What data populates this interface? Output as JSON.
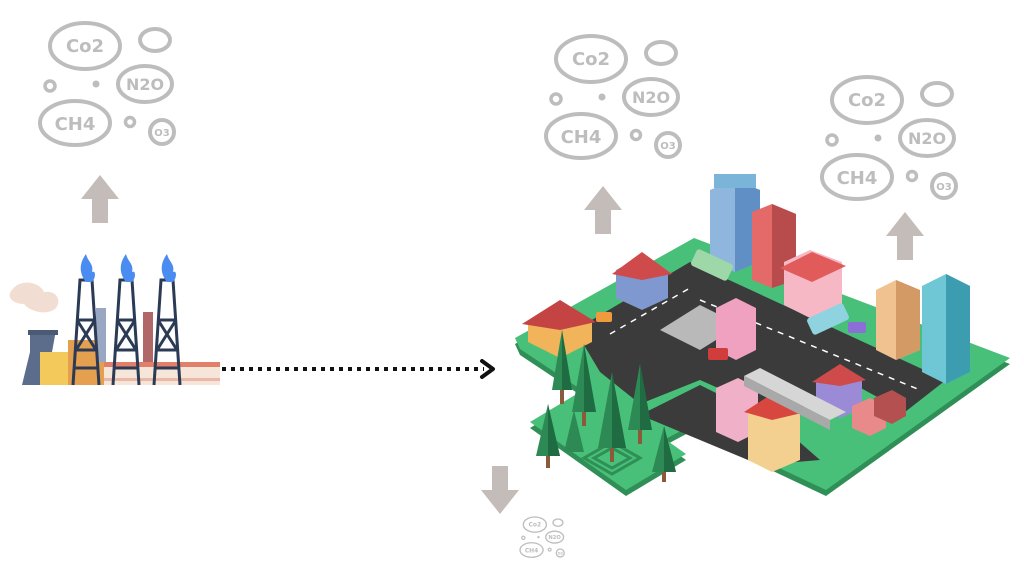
{
  "gases": {
    "co2": "Co2",
    "n2o": "N2O",
    "ch4": "CH4",
    "o3": "O3"
  },
  "colors": {
    "gas_gray": "#bdbdbd",
    "arrow_gray": "#c3bcb8",
    "ground_green": "#3fb36b",
    "road_dark": "#3b3b3b",
    "flame_blue": "#4a8cf0"
  },
  "icons": {
    "factory": "factory-icon",
    "city": "city-icon",
    "forest": "forest-icon"
  }
}
